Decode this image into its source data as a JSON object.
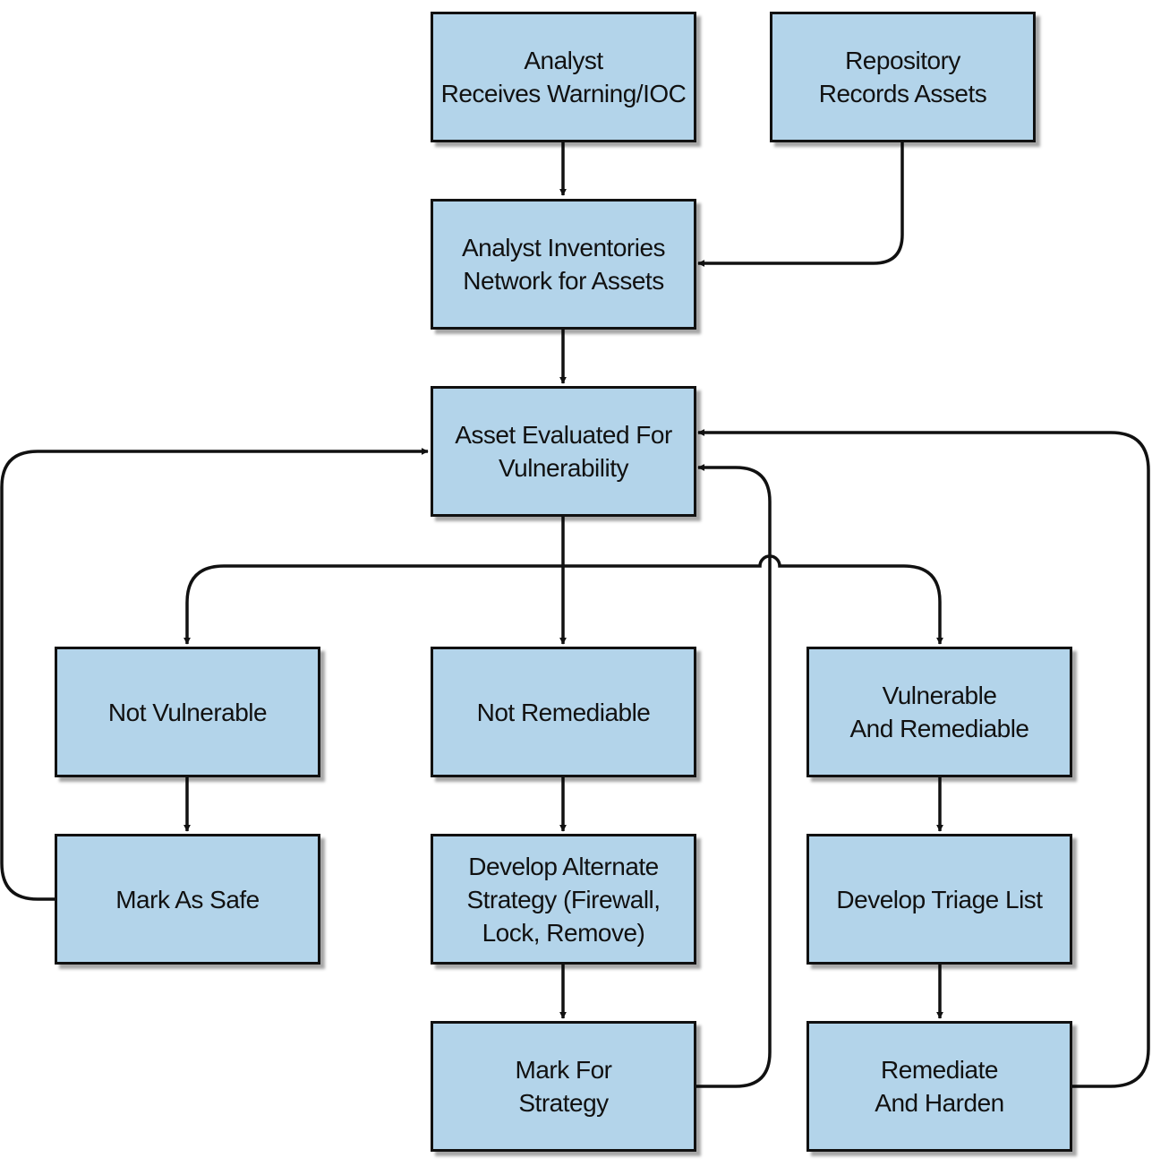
{
  "nodes": {
    "analyst_receives_warning": "Analyst\nReceives Warning/IOC",
    "repository_records_assets": "Repository\nRecords Assets",
    "analyst_inventories_network": "Analyst Inventories\nNetwork for Assets",
    "asset_evaluated": "Asset Evaluated For\nVulnerability",
    "not_vulnerable": "Not Vulnerable",
    "not_remediable": "Not Remediable",
    "vulnerable_and_remediable": "Vulnerable\nAnd Remediable",
    "mark_as_safe": "Mark As Safe",
    "develop_alternate_strategy": "Develop Alternate\nStrategy (Firewall,\nLock, Remove)",
    "develop_triage_list": "Develop Triage List",
    "mark_for_strategy": "Mark For\nStrategy",
    "remediate_and_harden": "Remediate\nAnd Harden"
  },
  "colors": {
    "box_fill": "#b3d4ea",
    "box_border": "#111111",
    "line": "#111111"
  }
}
